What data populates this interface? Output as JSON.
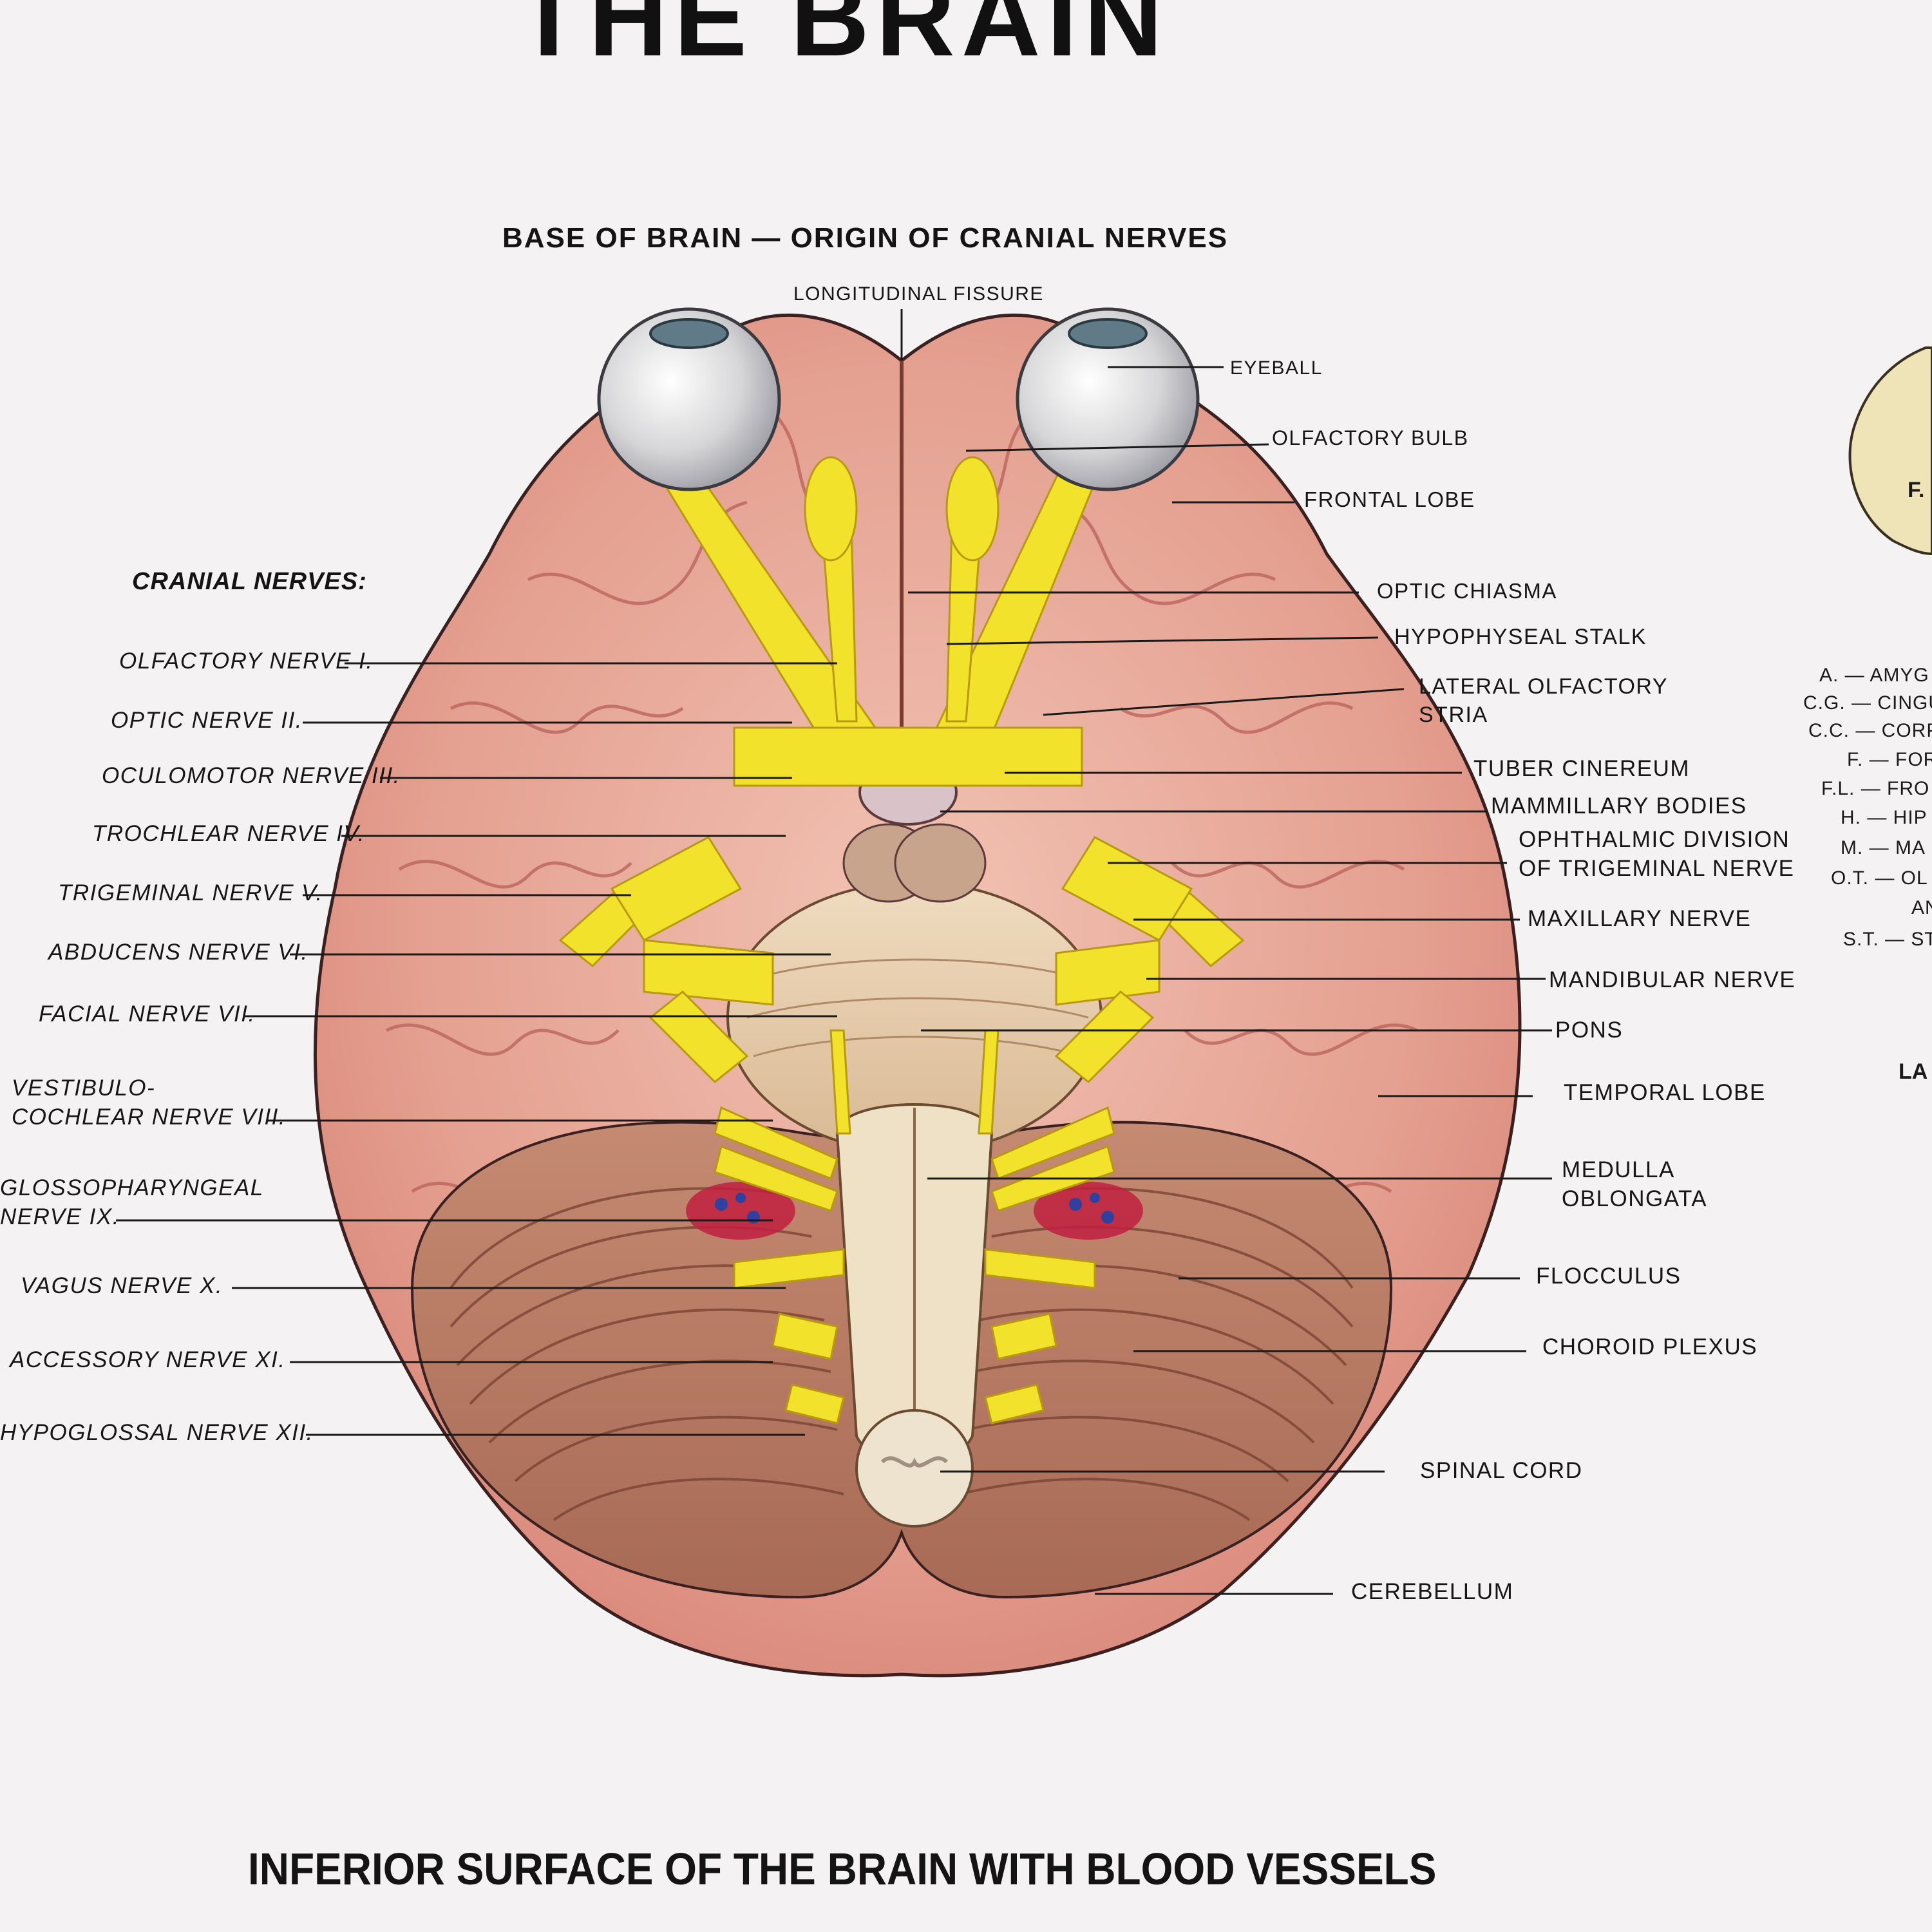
{
  "poster": {
    "title": "THE BRAIN",
    "subtitle": "BASE OF BRAIN — ORIGIN OF CRANIAL NERVES",
    "bottom_caption": "INFERIOR SURFACE OF THE BRAIN WITH BLOOD VESSELS"
  },
  "left_panel": {
    "heading": "CRANIAL NERVES:",
    "labels": [
      "OLFACTORY NERVE I.",
      "OPTIC NERVE II.",
      "OCULOMOTOR NERVE III.",
      "TROCHLEAR NERVE IV.",
      "TRIGEMINAL NERVE V.",
      "ABDUCENS NERVE VI.",
      "FACIAL NERVE VII.",
      "VESTIBULO-\nCOCHLEAR NERVE VIII.",
      "GLOSSOPHARYNGEAL\nNERVE IX.",
      "VAGUS NERVE X.",
      "ACCESSORY NERVE XI.",
      "HYPOGLOSSAL NERVE XII."
    ]
  },
  "right_panel": {
    "labels": [
      "LONGITUDINAL FISSURE",
      "EYEBALL",
      "OLFACTORY BULB",
      "FRONTAL LOBE",
      "OPTIC CHIASMA",
      "HYPOPHYSEAL STALK",
      "LATERAL OLFACTORY\nSTRIA",
      "TUBER CINEREUM",
      "MAMMILLARY BODIES",
      "OPHTHALMIC DIVISION\nOF TRIGEMINAL NERVE",
      "MAXILLARY NERVE",
      "MANDIBULAR NERVE",
      "PONS",
      "TEMPORAL LOBE",
      "MEDULLA\nOBLONGATA",
      "FLOCCULUS",
      "CHOROID PLEXUS",
      "SPINAL CORD",
      "CEREBELLUM"
    ]
  },
  "side_legend": {
    "items": [
      "A. — AMYG",
      "C.G. — CINGU",
      "C.C. — CORP",
      "F. — FORM",
      "F.L. — FRO",
      "H. — HIP",
      "M. — MA",
      "O.T. — OL",
      "AN",
      "S.T. — ST"
    ],
    "tag": "F.",
    "fragment": "LA"
  },
  "colors": {
    "paper": "#f4f2f3",
    "brain": "#e6a89a",
    "nerve": "#f2e22c",
    "cerebellum": "#b87a62",
    "text": "#141414"
  }
}
